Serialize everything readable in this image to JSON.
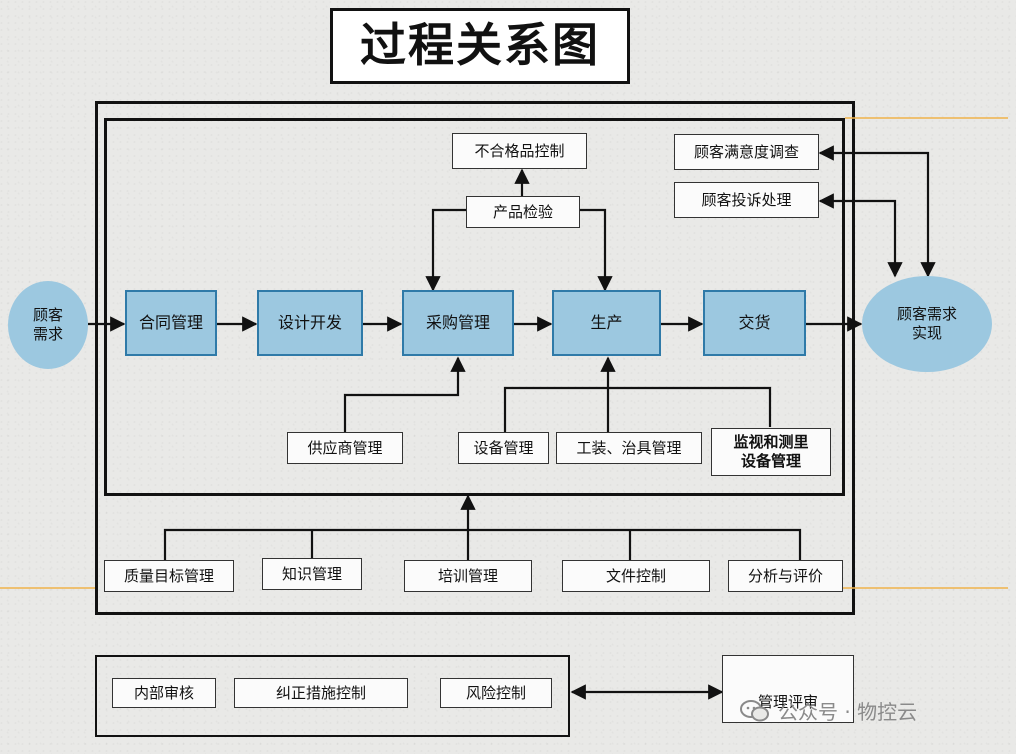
{
  "title": "过程关系图",
  "nodes": {
    "customer_need": "顾客\n需求",
    "contract": "合同管理",
    "design": "设计开发",
    "purchase": "采购管理",
    "production": "生产",
    "delivery": "交货",
    "customer_realized": "顾客需求\n实现",
    "nonconforming": "不合格品控制",
    "inspection": "产品检验",
    "satisfaction": "顾客满意度调查",
    "complaint": "顾客投诉处理",
    "supplier": "供应商管理",
    "equipment": "设备管理",
    "tooling": "工装、治具管理",
    "monitoring": "监视和测里\n设备管理",
    "quality_goal": "质量目标管理",
    "knowledge": "知识管理",
    "training": "培训管理",
    "document": "文件控制",
    "analysis": "分析与评价",
    "internal_audit": "内部审核",
    "corrective": "纠正措施控制",
    "risk": "风险控制",
    "mgmt_review": "管理评审"
  },
  "watermark": {
    "text": "公众号 · 物控云",
    "icon": "wechat-icon"
  },
  "colors": {
    "process_fill": "#9cc8e0",
    "process_border": "#2f7aa8",
    "accent_line": "#f0b24a"
  }
}
